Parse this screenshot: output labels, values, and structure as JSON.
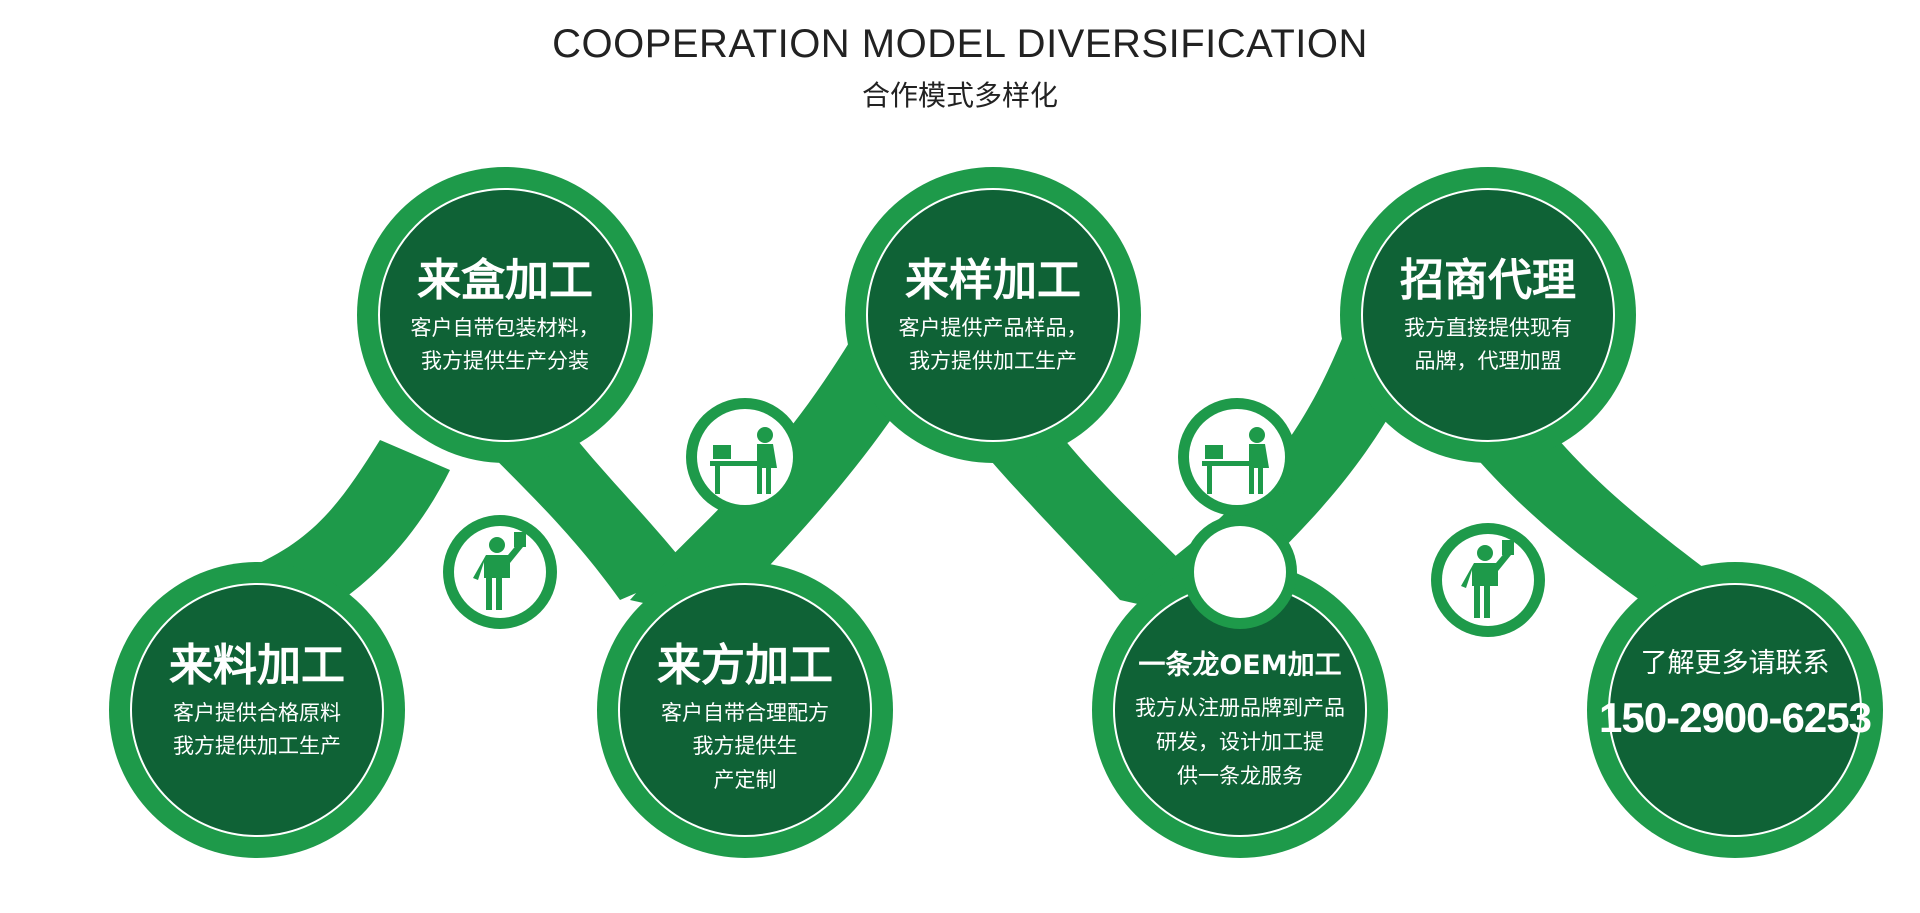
{
  "header": {
    "title_en": "COOPERATION MODEL DIVERSIFICATION",
    "title_cn": "合作模式多样化"
  },
  "colors": {
    "ring": "#1e9a4a",
    "disc": "#0f6236",
    "icon": "#1e9a4a"
  },
  "nodes": {
    "n1": {
      "title": "来料加工",
      "desc1": "客户提供合格原料",
      "desc2": "我方提供加工生产"
    },
    "n2": {
      "title": "来盒加工",
      "desc1": "客户自带包装材料，",
      "desc2": "我方提供生产分装"
    },
    "n3": {
      "title": "来方加工",
      "desc1": "客户自带合理配方",
      "desc2": "我方提供生",
      "desc3": "产定制"
    },
    "n4": {
      "title": "来样加工",
      "desc1": "客户提供产品样品，",
      "desc2": "我方提供加工生产"
    },
    "n5": {
      "title": "一条龙OEM加工",
      "desc1": "我方从注册品牌到产品",
      "desc2": "研发，设计加工提",
      "desc3": "供一条龙服务"
    },
    "n6": {
      "title": "招商代理",
      "desc1": "我方直接提供现有",
      "desc2": "品牌，代理加盟"
    },
    "n7": {
      "title": "了解更多请联系",
      "phone": "150-2900-6253"
    }
  },
  "icons": [
    "person-holding-card-icon",
    "desk-worker-icon",
    "person-holding-card-icon",
    "desk-worker-icon",
    "person-holding-card-icon"
  ]
}
